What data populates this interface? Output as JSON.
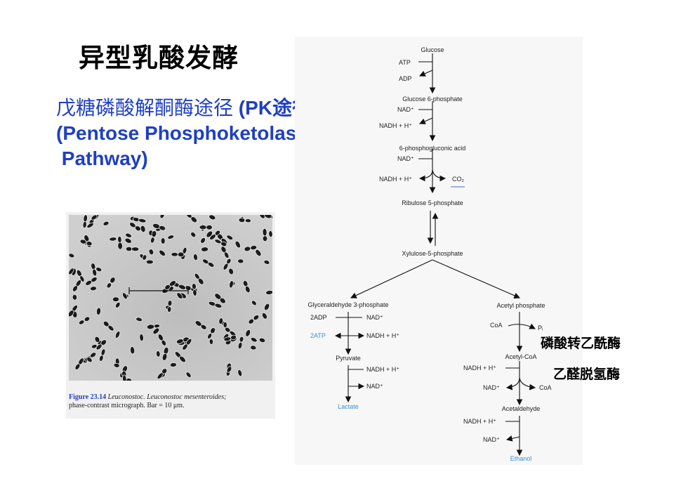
{
  "slide": {
    "title": "异型乳酸发酵",
    "subtitle_zh": "戊糖磷酸解酮酶途径",
    "subtitle_abbr": " (PK途径)",
    "subtitle_en_line1": "(Pentose Phosphoketolase",
    "subtitle_en_line2": " Pathway)"
  },
  "figure": {
    "caption_number": "Figure 23.14",
    "caption_genus": "Leuconostoc.",
    "caption_species": "Leuconostoc mesenteroides;",
    "caption_rest": "phase-contrast micrograph. Bar = 10 μm."
  },
  "pathway": {
    "glucose": "Glucose",
    "atp": "ATP",
    "adp": "ADP",
    "g6p": "Glucose 6-phosphate",
    "nad1": "NAD⁺",
    "nadh1": "NADH + H⁺",
    "pg": "6-phosphogluconic acid",
    "nad2": "NAD⁺",
    "nadh2": "NADH + H⁺",
    "co2": "CO₂",
    "ru5p": "Ribulose 5-phosphate",
    "xu5p": "Xylulose-5-phosphate",
    "g3p": "Glyceraldehyde 3-phosphate",
    "two_adp": "2ADP",
    "nad_l1": "NAD⁺",
    "two_atp": "2ATP",
    "nadh_l1": "NADH  + H⁺",
    "pyruvate": "Pyruvate",
    "nadh_l2": "NADH + H⁺",
    "nad_l2": "NAD⁺",
    "lactate": "Lactate",
    "acetyl_p": "Acetyl phosphate",
    "coa1": "CoA",
    "pi": "Pᵢ",
    "acetyl_coa": "Acetyl-CoA",
    "nadh_r1": "NADH + H⁺",
    "nad_r1": "NAD⁺",
    "coa2": "CoA",
    "acetaldehyde": "Acetaldehyde",
    "nadh_r2": "NADH + H⁺",
    "nad_r2": "NAD⁺",
    "ethanol": "Ethanol"
  },
  "annotations": {
    "enzyme1": "磷酸转乙酰酶",
    "enzyme2": "乙醛脱氢酶"
  },
  "colors": {
    "subtitle": "#1f3fc2",
    "product_label": "#3a8fd0"
  }
}
